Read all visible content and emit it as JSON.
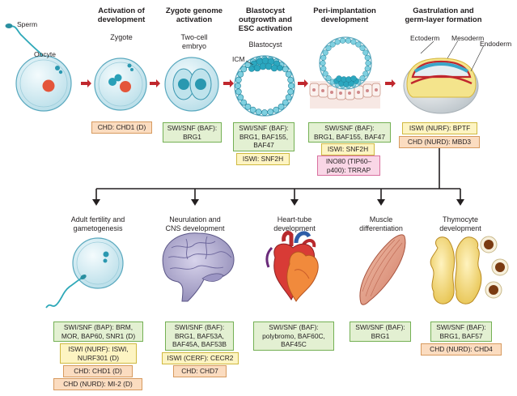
{
  "stages": {
    "s1": {
      "title": "Activation of\ndevelopment",
      "sub": "Zygote"
    },
    "s2": {
      "title": "Zygote genome\nactivation",
      "sub": "Two-cell\nembryo"
    },
    "s3": {
      "title": "Blastocyst\noutgrowth and\nESC activation",
      "sub": "Blastocyst"
    },
    "s4": {
      "title": "Peri-implantation\ndevelopment"
    },
    "s5": {
      "title": "Gastrulation and\ngerm-layer formation"
    }
  },
  "labels": {
    "sperm": "Sperm",
    "oocyte": "Oocyte",
    "icm": "ICM",
    "ectoderm": "Ectoderm",
    "mesoderm": "Mesoderm",
    "endoderm": "Endoderm"
  },
  "top_boxes": {
    "chd1": "CHD: CHD1 (D)",
    "brg1": "SWI/SNF (BAF):\nBRG1",
    "blast_swi": "SWI/SNF (BAF):\nBRG1, BAF155,\nBAF47",
    "blast_iswi": "ISWI: SNF2H",
    "peri_swi": "SWI/SNF (BAF):\nBRG1, BAF155, BAF47",
    "peri_iswi": "ISWI: SNF2H",
    "peri_ino": "INO80 (TIP60–\np400): TRRAP",
    "gast_iswi": "ISWI (NURF): BPTF",
    "gast_chd": "CHD (NURD): MBD3"
  },
  "branches": {
    "b1": {
      "title": "Adult fertility and\ngametogenesis",
      "boxes": {
        "swi": "SWI/SNF (BAP): BRM,\nMOR, BAP60, SNR1 (D)",
        "iswi": "ISWI (NURF): ISWI,\nNURF301 (D)",
        "chd1": "CHD: CHD1 (D)",
        "chd2": "CHD (NURD): MI-2 (D)"
      }
    },
    "b2": {
      "title": "Neurulation and\nCNS development",
      "boxes": {
        "swi": "SWI/SNF (BAF):\nBRG1, BAF53A,\nBAF45A, BAF53B",
        "iswi": "ISWI (CERF): CECR2",
        "chd": "CHD: CHD7"
      }
    },
    "b3": {
      "title": "Heart-tube\ndevelopment",
      "boxes": {
        "swi": "SWI/SNF (BAF):\npolybromo, BAF60C,\nBAF45C"
      }
    },
    "b4": {
      "title": "Muscle\ndifferentiation",
      "boxes": {
        "swi": "SWI/SNF (BAF):\nBRG1"
      }
    },
    "b5": {
      "title": "Thymocyte\ndevelopment",
      "boxes": {
        "swi": "SWI/SNF (BAF):\nBRG1, BAF57",
        "chd": "CHD (NURD): CHD4"
      }
    }
  },
  "colors": {
    "swi_fill": "#e3f0d2",
    "iswi_fill": "#fdf4c2",
    "chd_fill": "#fbdcc0",
    "ino_fill": "#f9d6e6",
    "progress_arrow": "#c0272d"
  }
}
